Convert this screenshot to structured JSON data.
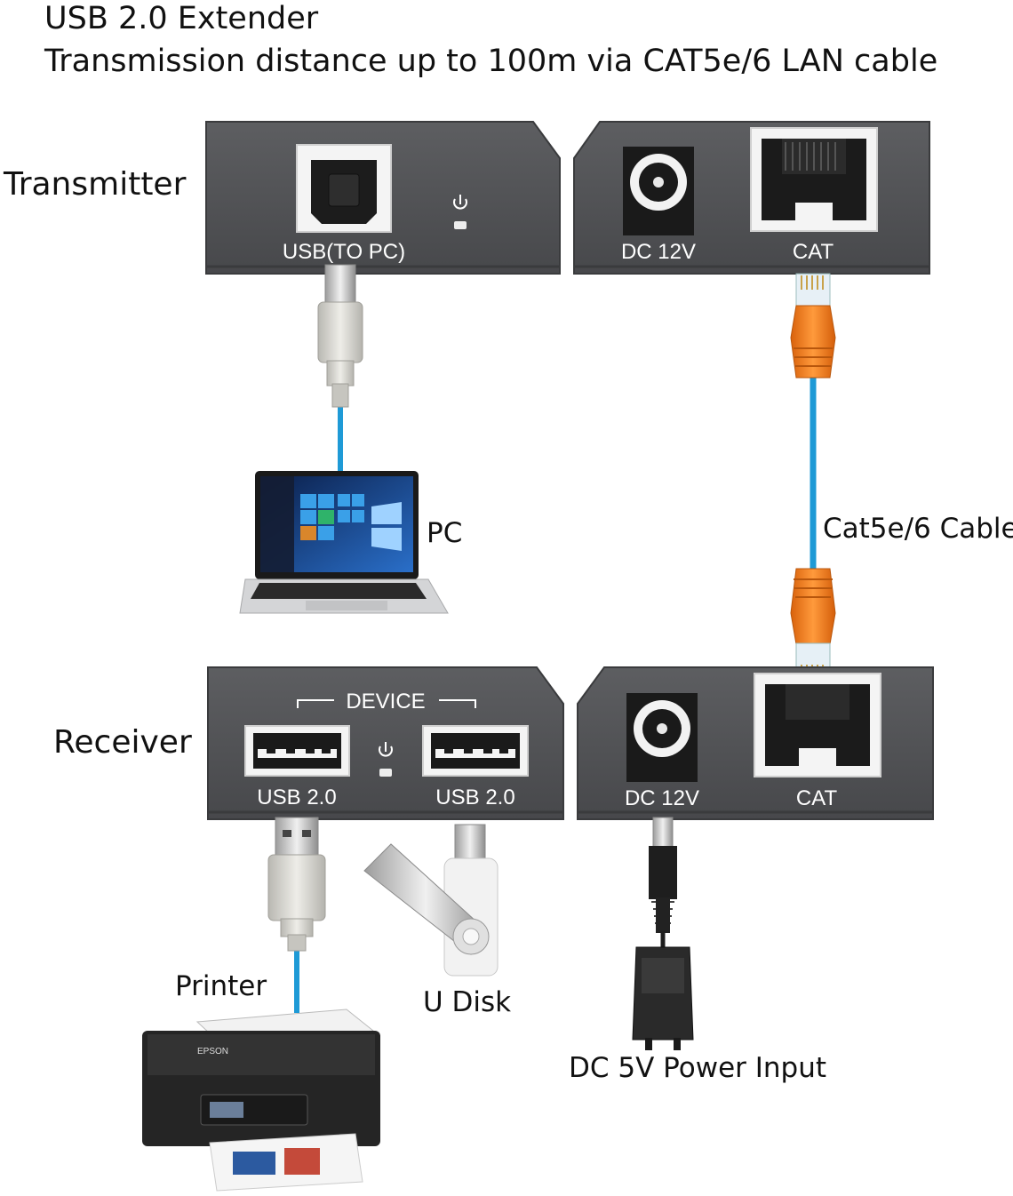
{
  "header": {
    "title": "USB 2.0 Extender",
    "subtitle": "Transmission distance up to 100m via CAT5e/6 LAN cable"
  },
  "labels": {
    "transmitter": "Transmitter",
    "receiver": "Receiver",
    "pc": "PC",
    "cable": "Cat5e/6 Cable",
    "printer": "Printer",
    "udisk": "U Disk",
    "power": "DC 5V Power Input"
  },
  "transmitter": {
    "usb_port": "USB(TO PC)",
    "dc_port": "DC 12V",
    "cat_port": "CAT"
  },
  "receiver": {
    "group_label": "DEVICE",
    "usb_port_1": "USB 2.0",
    "usb_port_2": "USB 2.0",
    "dc_port": "DC 12V",
    "cat_port": "CAT"
  },
  "printer_brand": "EPSON",
  "colors": {
    "device_body": "#525356",
    "device_edge": "#3a3b3d",
    "cable_blue": "#1e9ad6",
    "rj45_orange": "#f07a1a",
    "usb_plug": "#d9d8d2"
  },
  "icons": [
    "power-icon",
    "usb-b-port-icon",
    "usb-a-port-icon",
    "rj45-port-icon",
    "dc-jack-icon",
    "laptop-icon",
    "printer-icon",
    "usb-flash-drive-icon",
    "power-adapter-icon"
  ]
}
